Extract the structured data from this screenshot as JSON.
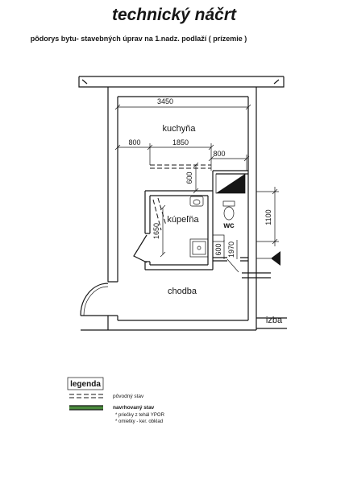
{
  "title": "technický náčrt",
  "subtitle": "pôdorys bytu- stavebných úprav na 1.nadz. podlaží ( prízemie )",
  "plan": {
    "rooms": {
      "kitchen": "kuchyňa",
      "bathroom": "kúpeľňa",
      "wc": "wc",
      "hall": "chodba",
      "room": "izba"
    },
    "dimensions": {
      "total_width": "3450",
      "left_offset": "800",
      "middle_span": "1850",
      "right_offset": "800",
      "partition_offset": "600",
      "right_height": "1100",
      "bath_height": "1650",
      "door_width": "600",
      "door_height": "1970"
    }
  },
  "legend": {
    "title": "legenda",
    "items": [
      {
        "label": "pôvodný stav"
      },
      {
        "label": "navrhovaný stav",
        "notes": [
          "* priečky z tehál YPOR",
          "* omietky - ker. obklad"
        ]
      }
    ]
  },
  "colors": {
    "ink": "#161616",
    "new_state": "#4a8a3c",
    "background": "#ffffff"
  }
}
